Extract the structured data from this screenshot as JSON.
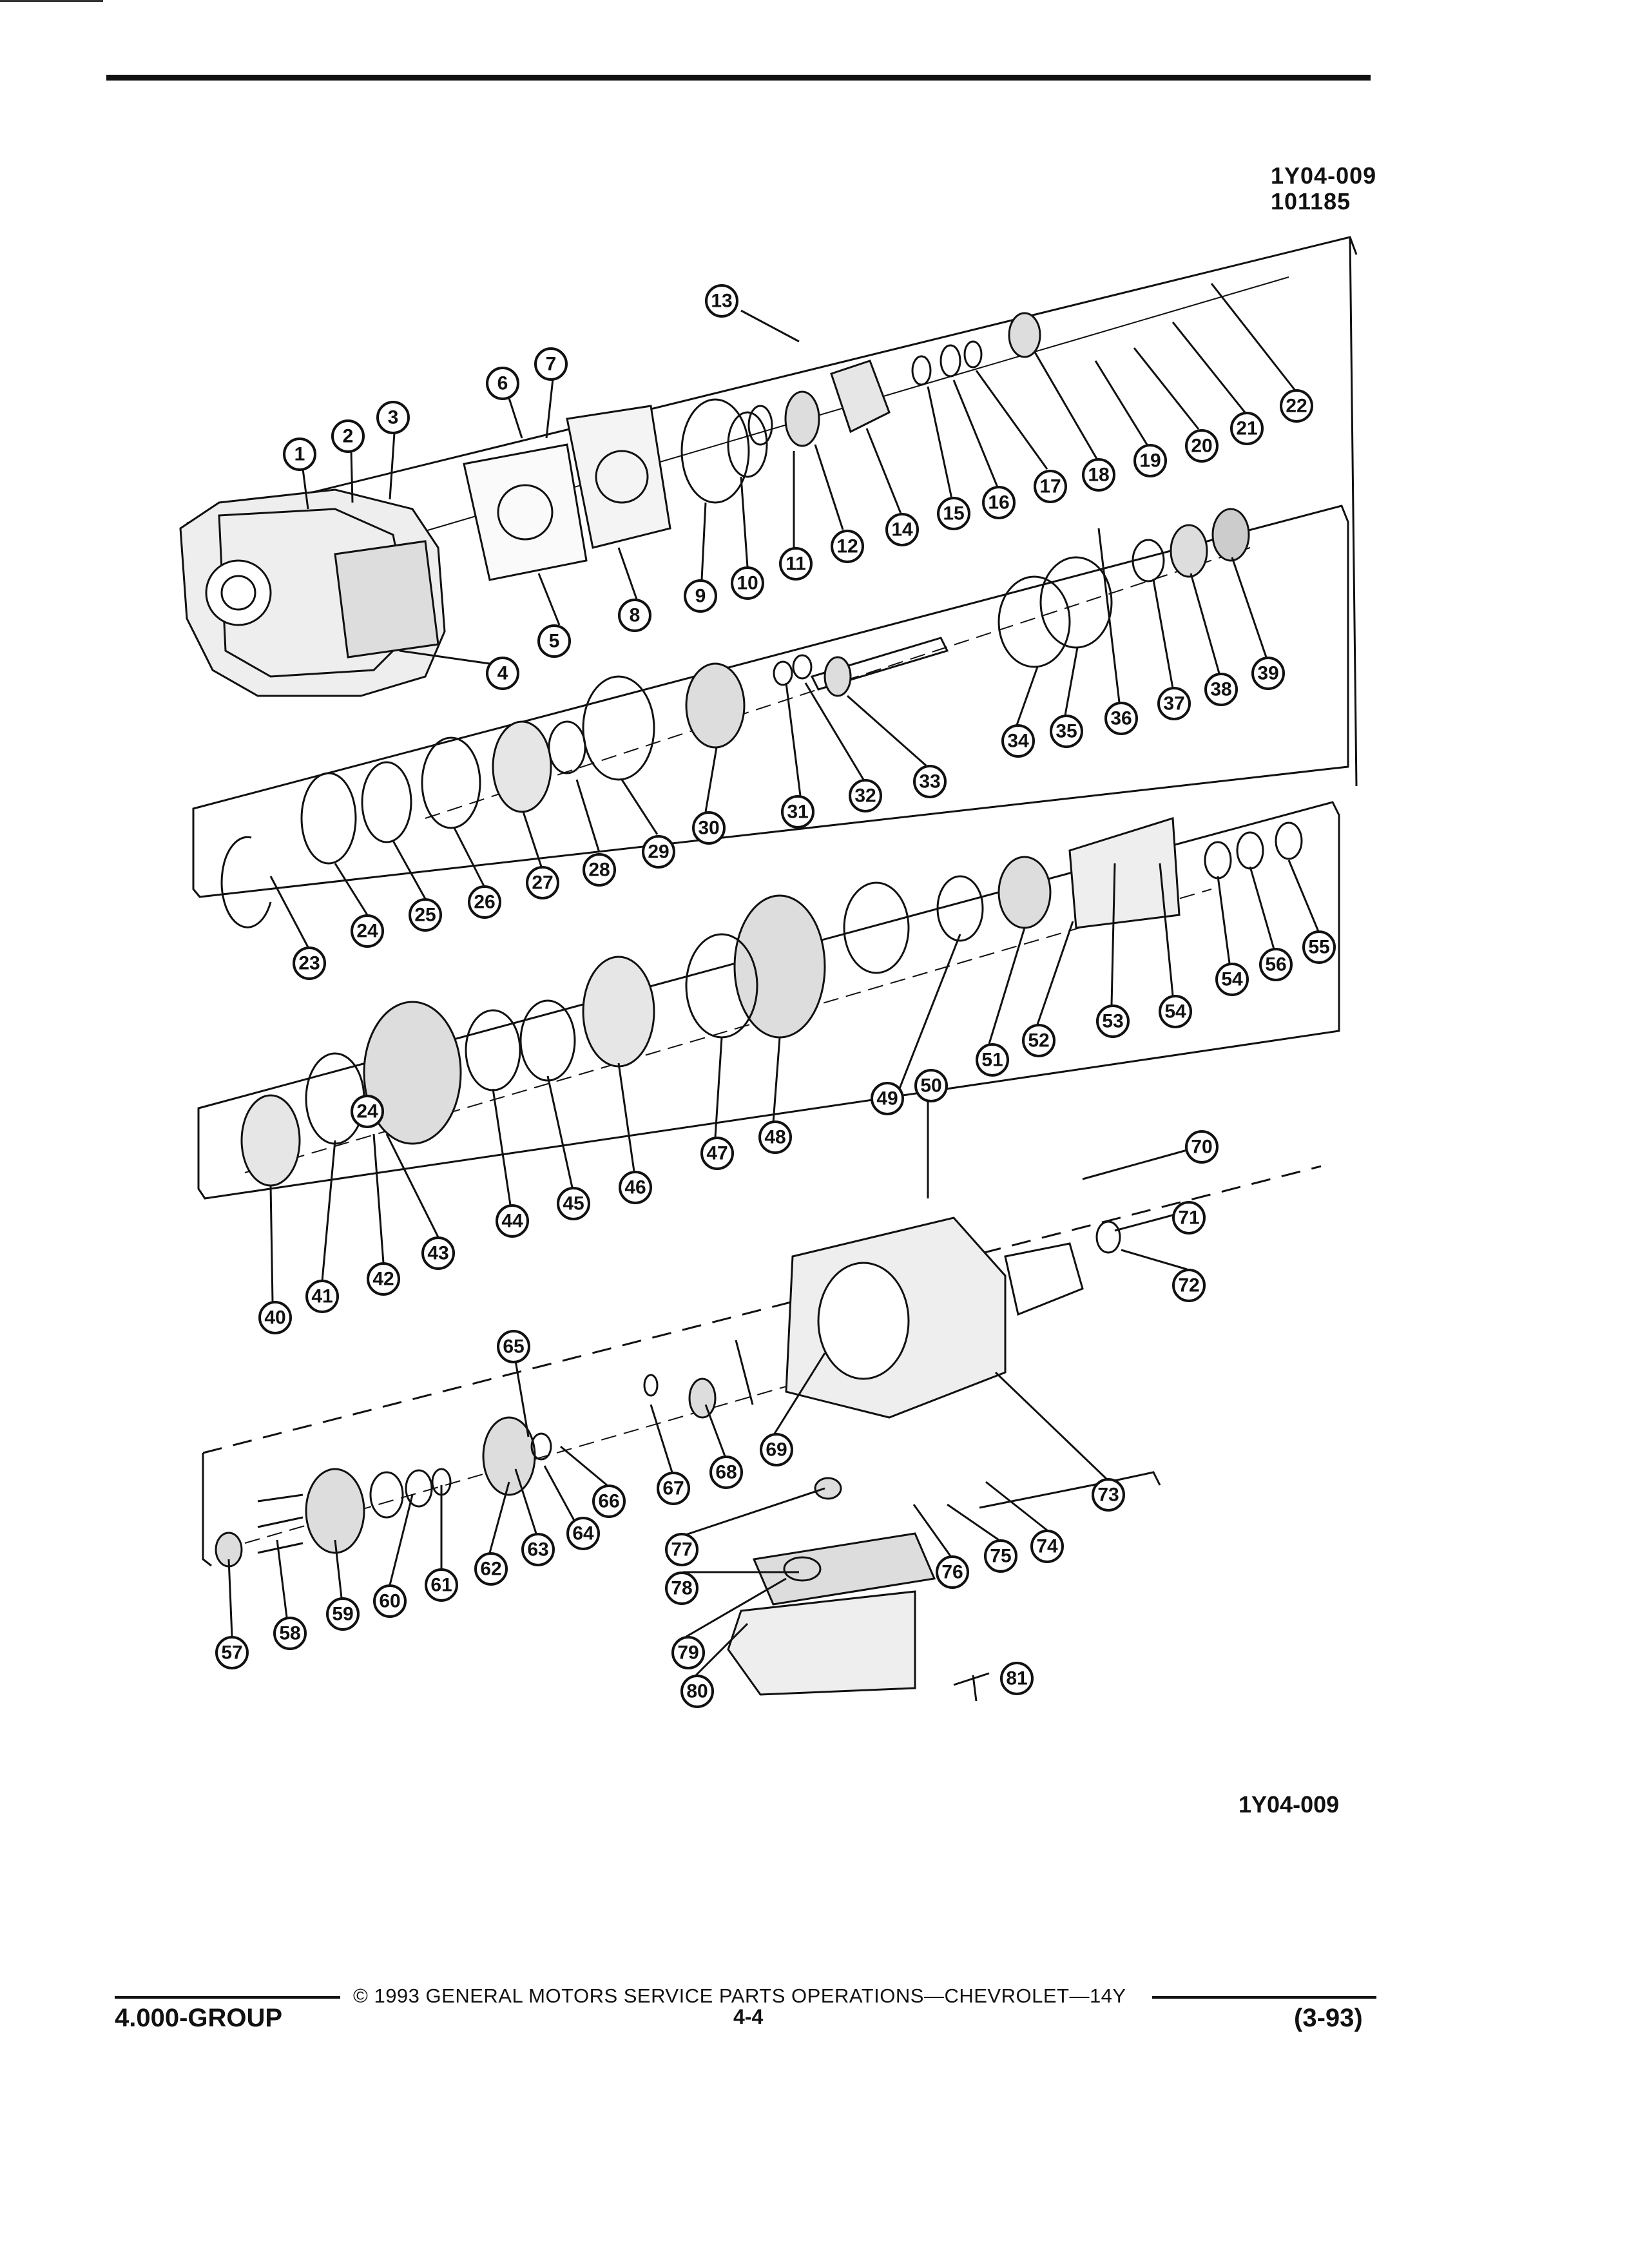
{
  "header": {
    "figure_code": "1Y04-009",
    "figure_ref": "101185"
  },
  "figure": {
    "code_bottom": "1Y04-009",
    "callouts": [
      "1",
      "2",
      "3",
      "4",
      "5",
      "6",
      "7",
      "8",
      "9",
      "10",
      "11",
      "12",
      "13",
      "14",
      "15",
      "16",
      "17",
      "18",
      "19",
      "20",
      "21",
      "22",
      "23",
      "24",
      "24",
      "25",
      "26",
      "27",
      "28",
      "29",
      "30",
      "31",
      "32",
      "33",
      "34",
      "35",
      "36",
      "37",
      "38",
      "39",
      "40",
      "41",
      "42",
      "43",
      "44",
      "45",
      "46",
      "47",
      "48",
      "49",
      "50",
      "51",
      "52",
      "53",
      "54",
      "54",
      "55",
      "56",
      "57",
      "58",
      "59",
      "60",
      "61",
      "62",
      "63",
      "64",
      "65",
      "66",
      "67",
      "68",
      "69",
      "70",
      "71",
      "72",
      "73",
      "74",
      "75",
      "76",
      "77",
      "78",
      "79",
      "80",
      "81"
    ]
  },
  "footer": {
    "copyright": "© 1993 GENERAL MOTORS SERVICE PARTS OPERATIONS—CHEVROLET—14Y",
    "group": "4.000-GROUP",
    "page": "4-4",
    "date": "(3-93)"
  }
}
